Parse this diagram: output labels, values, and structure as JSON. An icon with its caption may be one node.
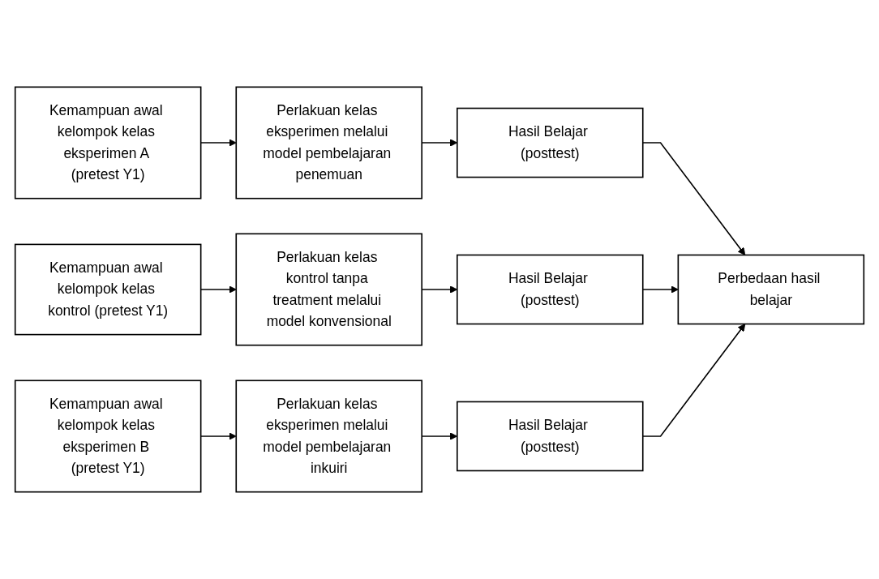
{
  "diagram": {
    "nodes": [
      {
        "text": [
          "Kemampuan awal kelompok kelas eksperimen A (pretest Y1)"
        ]
      },
      {
        "text": [
          "Perlakuan kelas eksperimen melalui model pembelajaran penemuan"
        ]
      },
      {
        "text": [
          "Hasil Belajar (posttest)"
        ]
      },
      {
        "text": [
          "Kemampuan awal kelompok kelas kontrol (pretest Y1)"
        ]
      },
      {
        "text": [
          "Perlakuan kelas kontrol tanpa treatment melalui model konvensional"
        ]
      },
      {
        "text": [
          "Hasil Belajar (posttest)"
        ]
      },
      {
        "text": [
          "Perbedaan hasil belajar"
        ]
      },
      {
        "text": [
          "Kemampuan awal kelompok kelas eksperimen B (pretest Y1)"
        ]
      },
      {
        "text": [
          "Perlakuan kelas eksperimen melalui model pembelajaran inkuiri"
        ]
      },
      {
        "text": [
          "Hasil Belajar (posttest)"
        ]
      }
    ],
    "edges": [
      {
        "from": 0,
        "to": 1,
        "arrow": "to"
      },
      {
        "from": 1,
        "to": 2,
        "arrow": "to"
      },
      {
        "from": 2,
        "to": 6,
        "arrow": "to"
      },
      {
        "from": 3,
        "to": 4,
        "arrow": "to"
      },
      {
        "from": 4,
        "to": 5,
        "arrow": "to"
      },
      {
        "from": 5,
        "to": 6,
        "arrow": "to"
      },
      {
        "from": 7,
        "to": 8,
        "arrow": "to"
      },
      {
        "from": 8,
        "to": 9,
        "arrow": "to"
      },
      {
        "from": 9,
        "to": 6,
        "arrow": "to"
      }
    ]
  }
}
